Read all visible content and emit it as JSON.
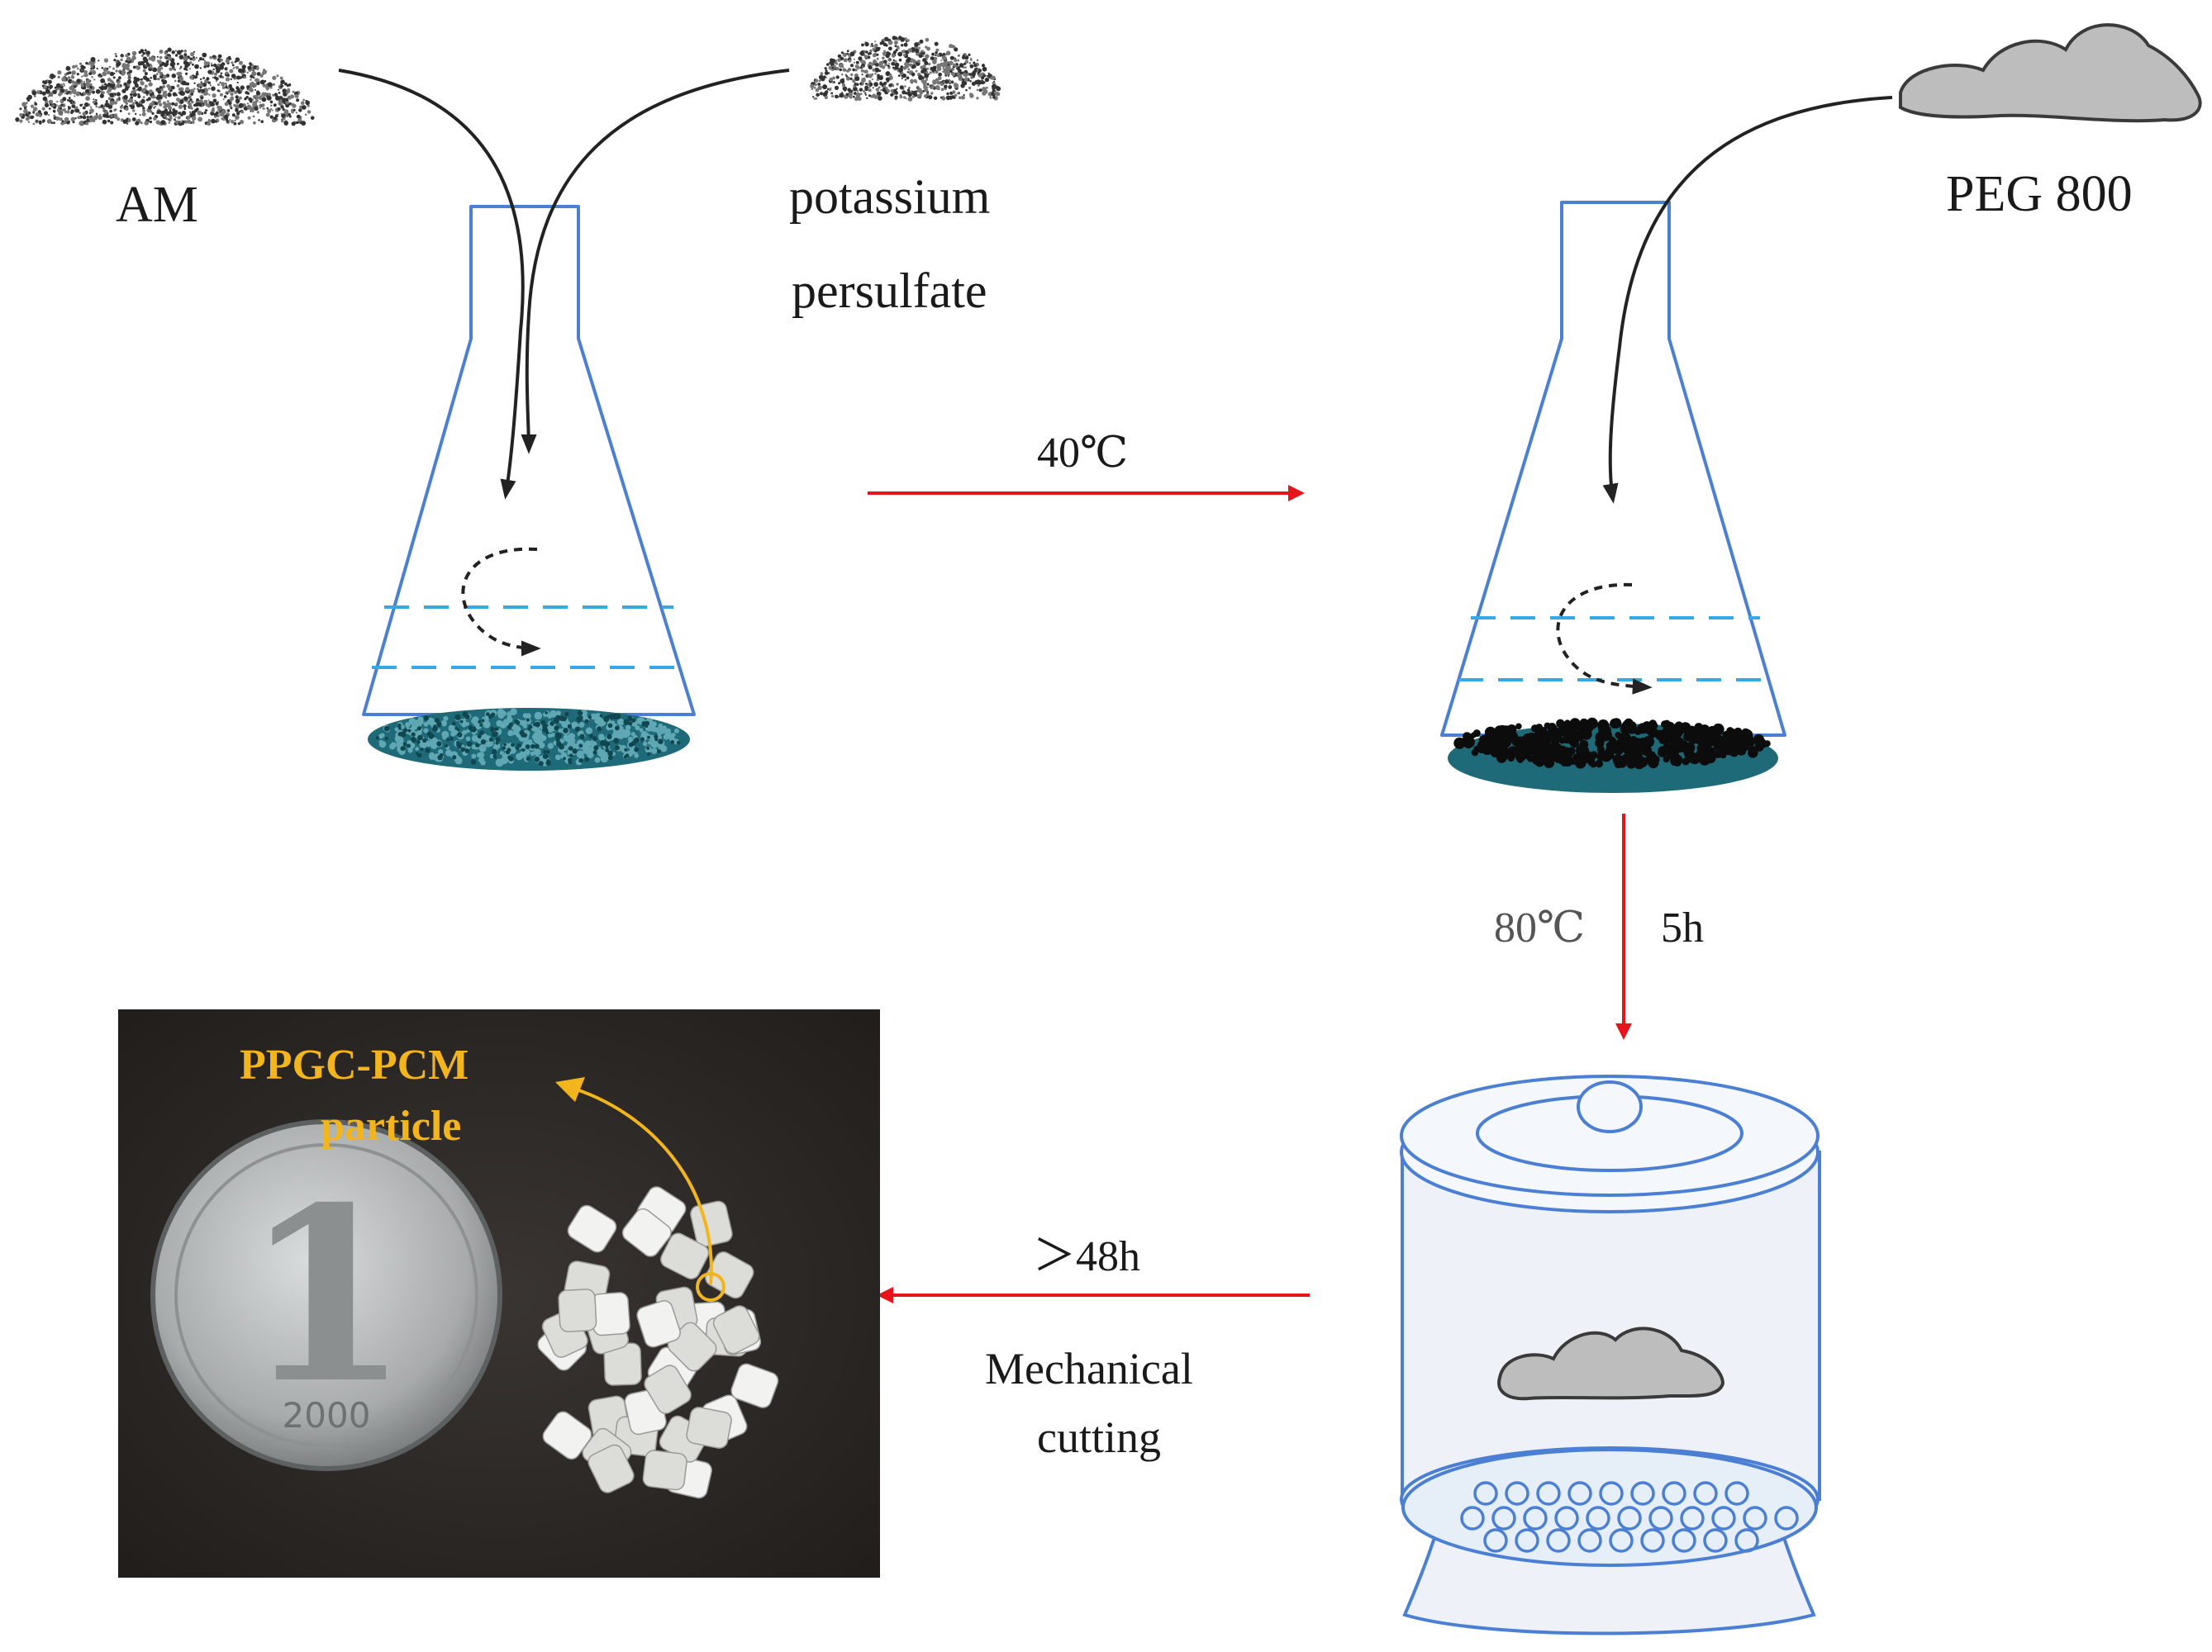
{
  "labels": {
    "am": "AM",
    "potassium_line1": "potassium",
    "potassium_line2": "persulfate",
    "peg": "PEG 800",
    "step1_temp": "40℃",
    "step2_temp": "80℃",
    "step2_time": "5h",
    "step3_time": "＞48h",
    "step3_line1": "Mechanical",
    "step3_line2": "cutting",
    "photo_label_line1": "PPGC-PCM",
    "photo_label_line2": "particle",
    "coin_numeral": "1",
    "coin_year": "2000"
  },
  "icons": {
    "am_powder": "powder-pile-icon",
    "persulfate_powder": "powder-pile-icon",
    "peg_lump": "peg-lump-icon",
    "flask": "erlenmeyer-flask-icon",
    "oven": "oven-container-icon",
    "photo": "coin-and-particles-photo"
  },
  "colors": {
    "flask_outline": "#4a7fd4",
    "liquid_line": "#35a8e6",
    "sediment": "#1f6a78",
    "process_arrow": "#e8141c",
    "feed_arrow": "#222222",
    "photo_bg": "#2a2624",
    "photo_label": "#f2b51c",
    "peg_gray": "#bdbdbd"
  }
}
